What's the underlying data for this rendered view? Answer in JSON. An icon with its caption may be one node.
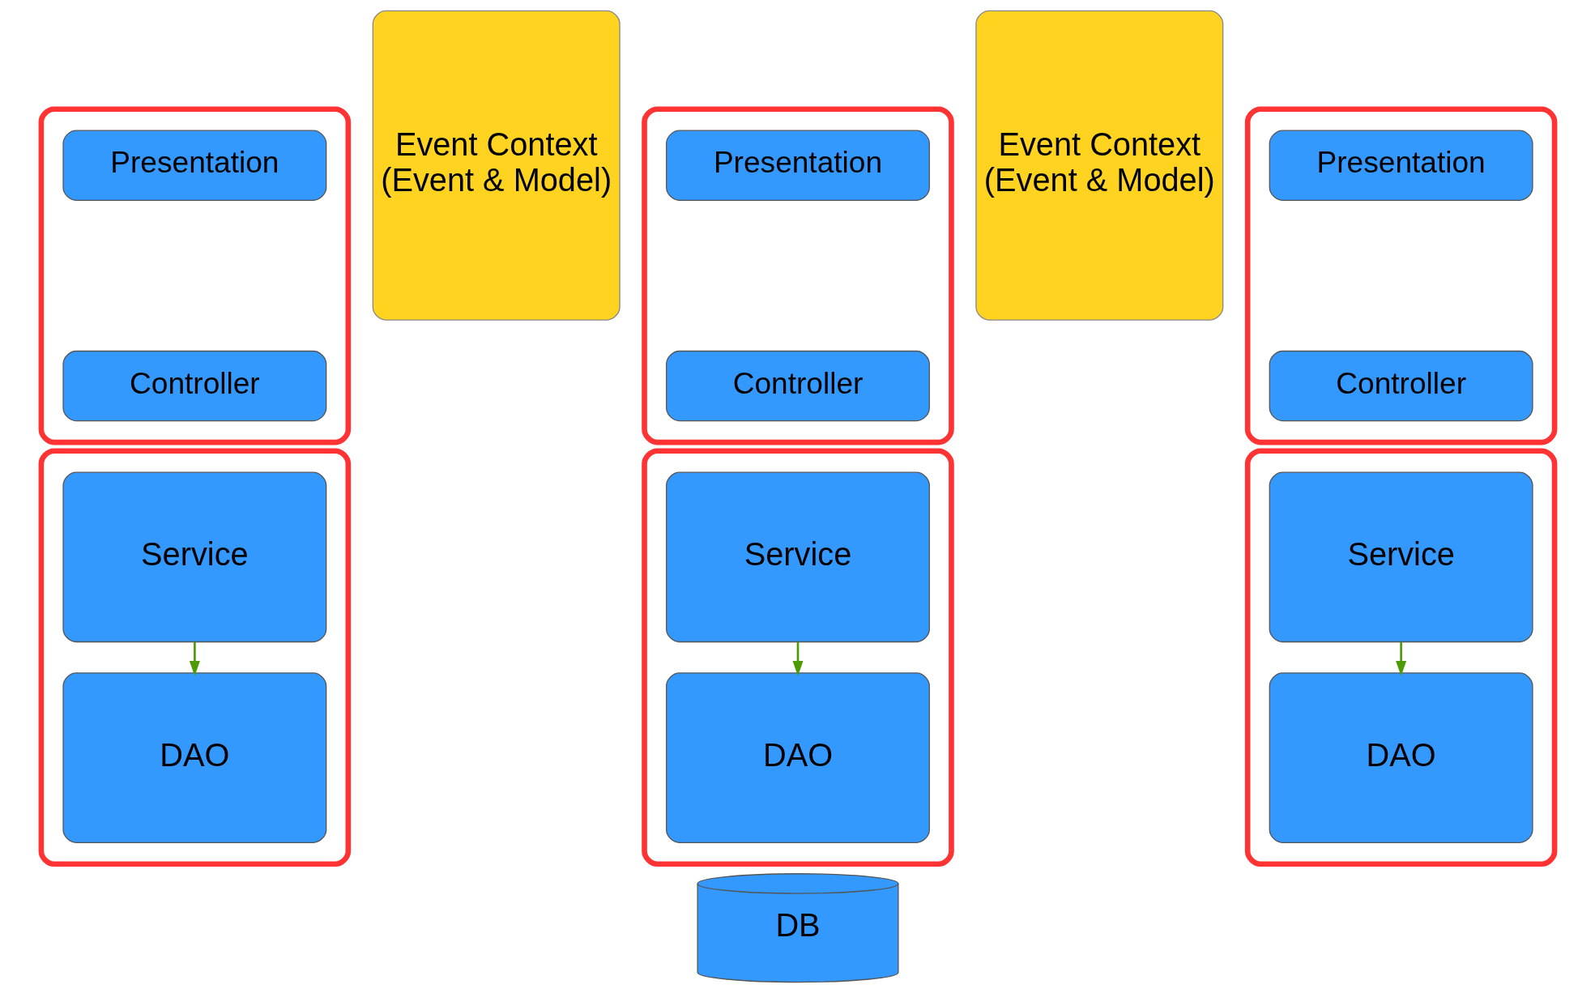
{
  "diagram": {
    "nodes": [
      {
        "text": [],
        "shape": "box"
      },
      {
        "text": [
          "Presentation"
        ],
        "in": 0
      },
      {
        "text": [
          "Controller"
        ],
        "in": 0
      },
      {
        "text": [
          "Event Context",
          "(Event & Model)"
        ]
      },
      {
        "text": [],
        "shape": "box"
      },
      {
        "text": [
          "Presentation"
        ],
        "in": 4
      },
      {
        "text": [
          "Controller"
        ],
        "in": 4
      },
      {
        "text": [
          "Event Context",
          "(Event & Model)"
        ]
      },
      {
        "text": [],
        "shape": "box"
      },
      {
        "text": [
          "Presentation"
        ],
        "in": 8
      },
      {
        "text": [
          "Controller"
        ],
        "in": 8
      },
      {
        "text": [],
        "shape": "box"
      },
      {
        "text": [
          "Service"
        ],
        "in": 11
      },
      {
        "text": [
          "DAO"
        ],
        "in": 11
      },
      {
        "text": [],
        "shape": "box"
      },
      {
        "text": [
          "Service"
        ],
        "in": 14
      },
      {
        "text": [
          "DAO"
        ],
        "in": 14
      },
      {
        "text": [],
        "shape": "box"
      },
      {
        "text": [
          "Service"
        ],
        "in": 17
      },
      {
        "text": [
          "DAO"
        ],
        "in": 17
      },
      {
        "text": [
          "DB"
        ]
      }
    ],
    "edges": [
      {
        "from": 12,
        "to": 13,
        "arrow": "to"
      },
      {
        "from": 15,
        "to": 16,
        "arrow": "to"
      },
      {
        "from": 18,
        "to": 19,
        "arrow": "to"
      }
    ]
  }
}
